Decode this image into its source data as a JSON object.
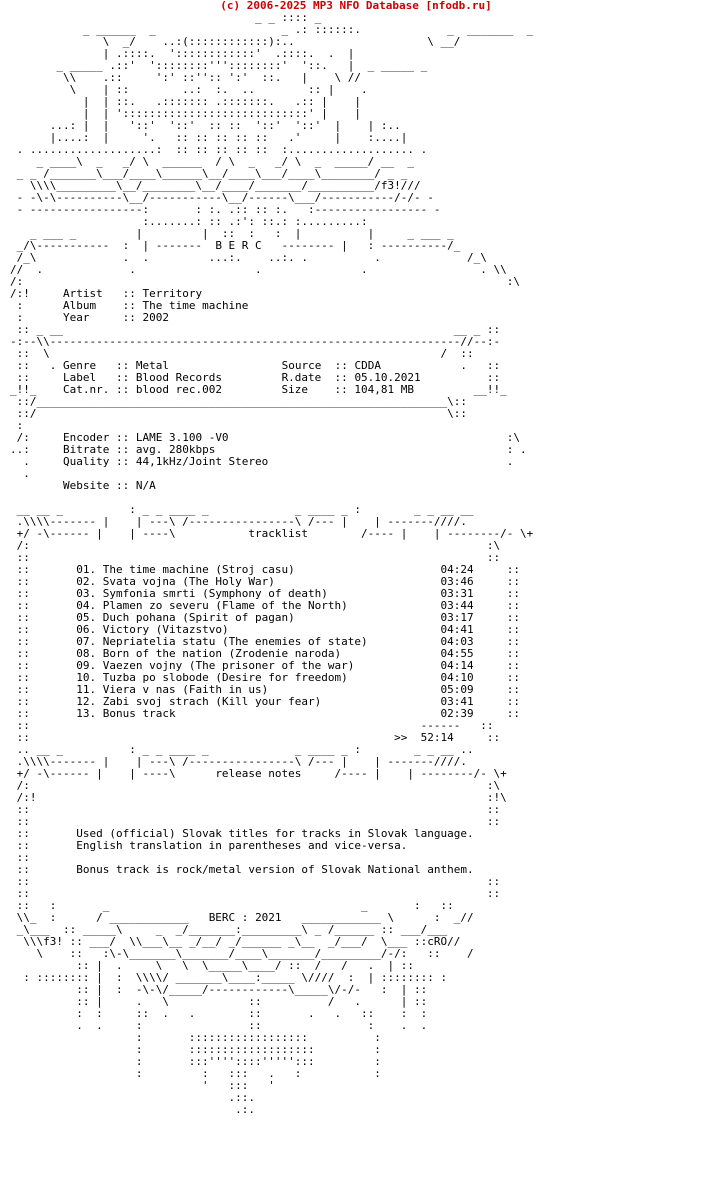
{
  "banner": "(c) 2006-2025 MP3 NFO Database [nfodb.ru]",
  "logo_text": "B E R C",
  "info": {
    "artist_label": "Artist",
    "artist": "Territory",
    "album_label": "Album",
    "album": "The time machine",
    "year_label": "Year",
    "year": "2002",
    "genre_label": "Genre",
    "genre": "Metal",
    "label_label": "Label",
    "label": "Blood Records",
    "catnr_label": "Cat.nr.",
    "catnr": "blood rec.002",
    "source_label": "Source",
    "source": "CDDA",
    "rdate_label": "R.date",
    "rdate": "05.10.2021",
    "size_label": "Size",
    "size": "104,81 MB",
    "encoder_label": "Encoder",
    "encoder": "LAME 3.100 -V0",
    "bitrate_label": "Bitrate",
    "bitrate": "avg. 280kbps",
    "quality_label": "Quality",
    "quality": "44,1kHz/Joint Stereo",
    "website_label": "Website",
    "website": "N/A"
  },
  "tracklist_title": "tracklist",
  "tracks": [
    {
      "num": "01.",
      "title": "The time machine (Stroj casu)",
      "time": "04:24"
    },
    {
      "num": "02.",
      "title": "Svata vojna (The Holy War)",
      "time": "03:46"
    },
    {
      "num": "03.",
      "title": "Symfonia smrti (Symphony of death)",
      "time": "03:31"
    },
    {
      "num": "04.",
      "title": "Plamen zo severu (Flame of the North)",
      "time": "03:44"
    },
    {
      "num": "05.",
      "title": "Duch pohana (Spirit of pagan)",
      "time": "03:17"
    },
    {
      "num": "06.",
      "title": "Victory (Vitazstvo)",
      "time": "04:41"
    },
    {
      "num": "07.",
      "title": "Nepriatelia statu (The enemies of state)",
      "time": "04:03"
    },
    {
      "num": "08.",
      "title": "Born of the nation (Zrodenie naroda)",
      "time": "04:55"
    },
    {
      "num": "09.",
      "title": "Vaezen vojny (The prisoner of the war)",
      "time": "04:14"
    },
    {
      "num": "10.",
      "title": "Tuzba po slobode (Desire for freedom)",
      "time": "04:10"
    },
    {
      "num": "11.",
      "title": "Viera v nas (Faith in us)",
      "time": "05:09"
    },
    {
      "num": "12.",
      "title": "Zabi svoj strach (Kill your fear)",
      "time": "03:41"
    },
    {
      "num": "13.",
      "title": "Bonus track",
      "time": "02:39"
    }
  ],
  "total_prefix": ">>",
  "total_time": "52:14",
  "release_notes_title": "release notes",
  "notes": [
    "Used (official) Slovak titles for tracks in Slovak language.",
    "English translation in parentheses and vice-versa.",
    "Bonus track is rock/metal version of Slovak National anthem."
  ],
  "footer_name": "BERC",
  "footer_year": "2021",
  "footer_left_tag": "f3!",
  "footer_right_tag": "cRO"
}
